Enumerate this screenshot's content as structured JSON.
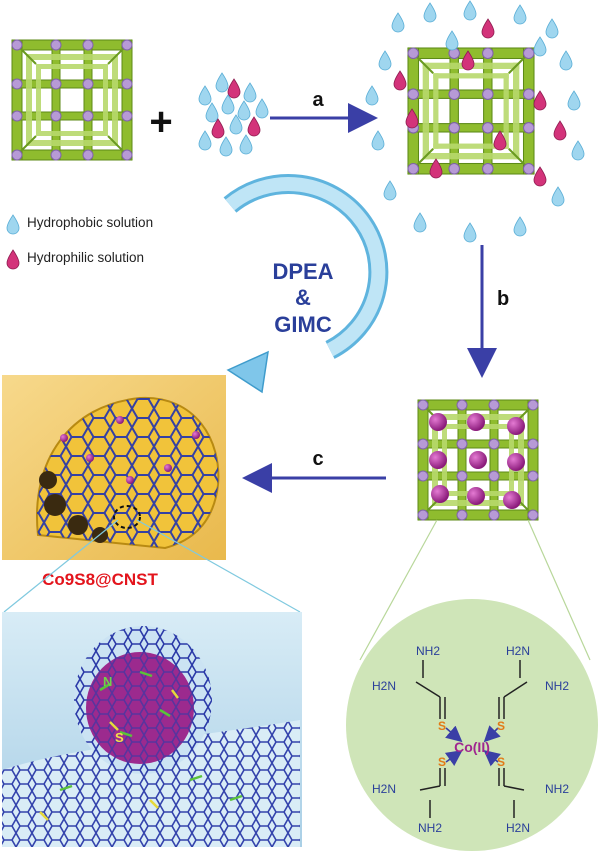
{
  "steps": {
    "a": "a",
    "b": "b",
    "c": "c"
  },
  "plus_sign": "+",
  "legend": {
    "hydrophobic": "Hydrophobic solution",
    "hydrophilic": "Hydrophilic solution"
  },
  "center": {
    "line1": "DPEA",
    "line2": "&",
    "line3": "GIMC"
  },
  "product_label": "Co9S8@CNST",
  "nanotube_labels": {
    "n": "N",
    "s": "S"
  },
  "complex": {
    "center": "Co(II)",
    "nh2": "NH2",
    "h2n": "H2N",
    "s": "S"
  },
  "colors": {
    "framework_green": "#9cc63a",
    "framework_node": "#b79ad6",
    "hydrophobic_drop": "#9fd6ef",
    "hydrophilic_drop": "#d3337a",
    "arrow_blue": "#3a3fa6",
    "cycle_arrow": "#8fd1f0",
    "product_red": "#e3141c",
    "complex_bg": "#cfe5b8",
    "sphere_purple": "#a0258f"
  }
}
